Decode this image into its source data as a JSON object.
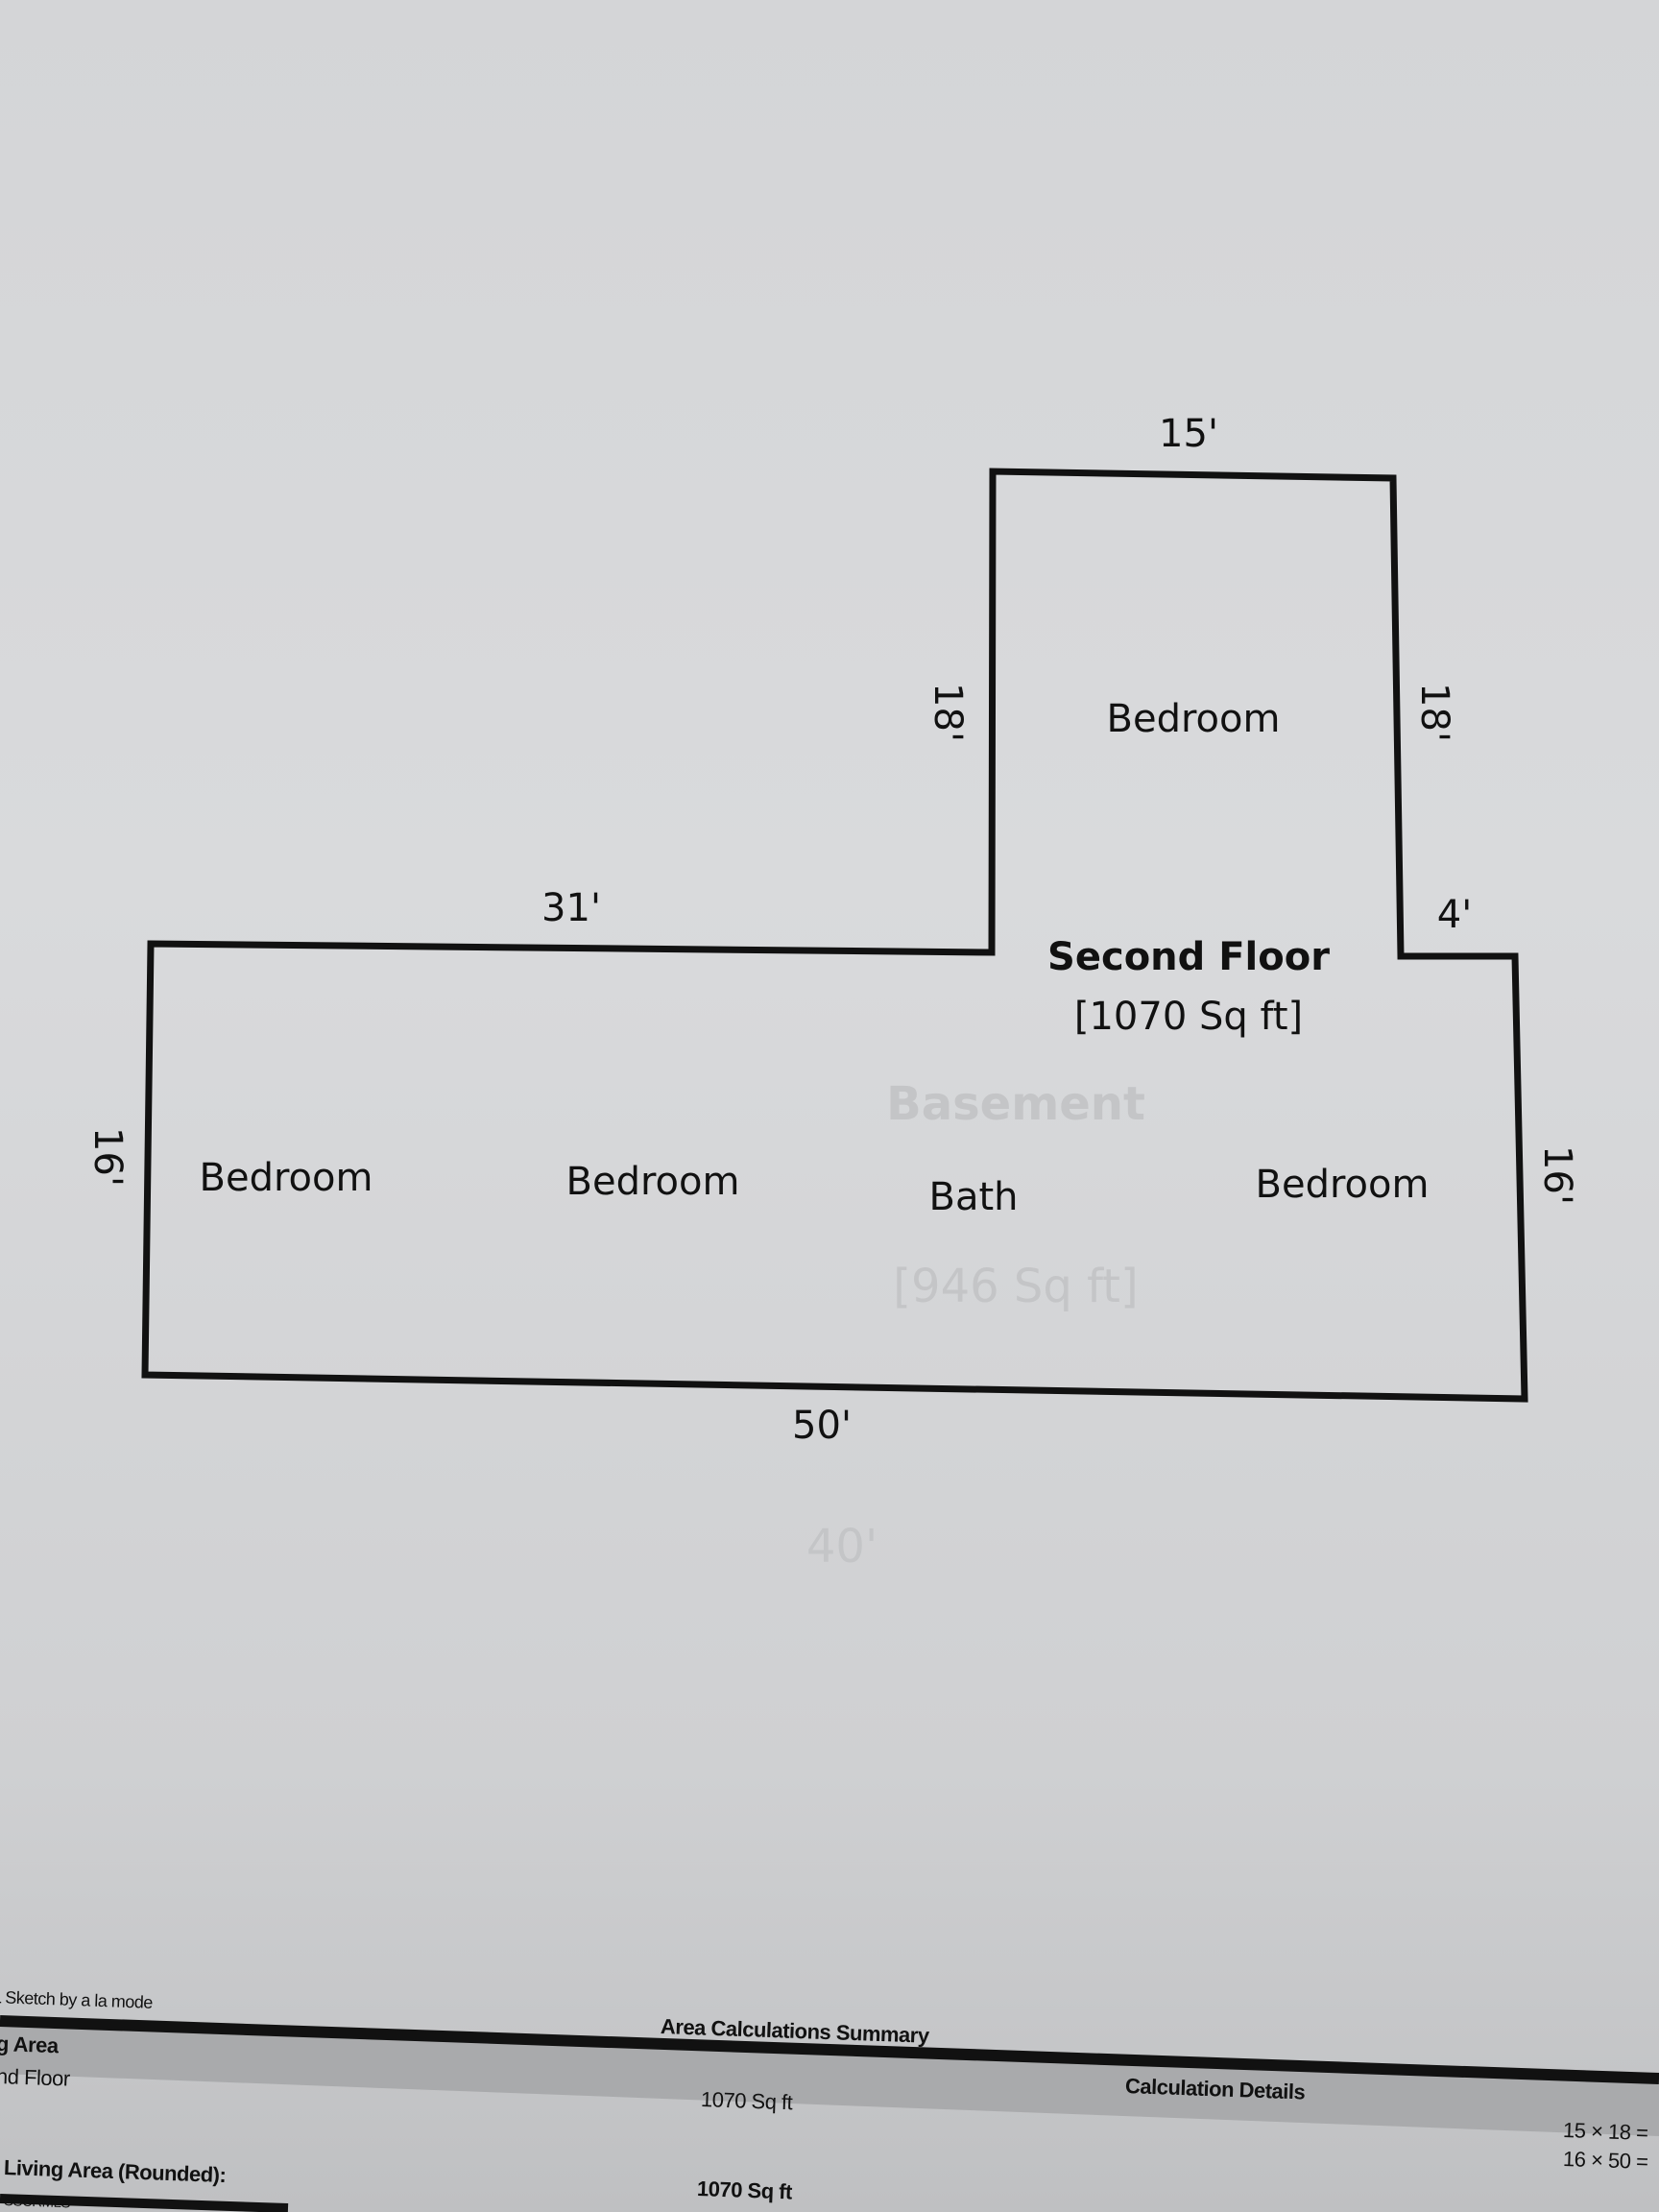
{
  "floor_plan": {
    "floor_name": "Second Floor",
    "floor_area": "[1070 Sq ft]",
    "rooms": [
      "Bedroom",
      "Bedroom",
      "Bedroom",
      "Bath",
      "Bedroom"
    ],
    "dimensions": {
      "top": "15'",
      "upper_left": "18'",
      "upper_right": "18'",
      "left_top": "31'",
      "step_right": "4'",
      "left": "16'",
      "right": "16'",
      "bottom": "50'"
    },
    "ghost_text": {
      "name": "Basement",
      "area": "[946 Sq ft]",
      "dim": "40'"
    }
  },
  "footer": {
    "credit": "L Sketch by a la mode",
    "summary_title": "Area Calculations Summary",
    "area_header": "g Area",
    "floor_row": "nd Floor",
    "floor_area": "1070 Sq ft",
    "details_header": "Calculation Details",
    "calc1": "15 × 18 =",
    "calc2": "16 × 50 =",
    "total_label": "Living Area (Rounded):",
    "total_value": "1070 Sq ft",
    "mls": "SSCRMLS"
  }
}
